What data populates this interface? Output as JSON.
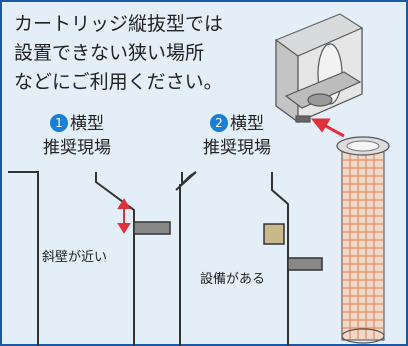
{
  "intro_text": "カートリッジ縦抜型では\n設置できない狭い場所\nなどにご利用ください。",
  "site1": {
    "number": "1",
    "title_line1": "横型",
    "title_line2": "推奨現場",
    "note": "斜壁が近い"
  },
  "site2": {
    "number": "2",
    "title_line1": "横型",
    "title_line2": "推奨現場",
    "note": "設備がある"
  },
  "colors": {
    "frame": "#1a5aa0",
    "background": "#e3eef8",
    "badge": "#1a7fd6",
    "arrow": "#e0303a",
    "mesh": "#e86a3a"
  }
}
